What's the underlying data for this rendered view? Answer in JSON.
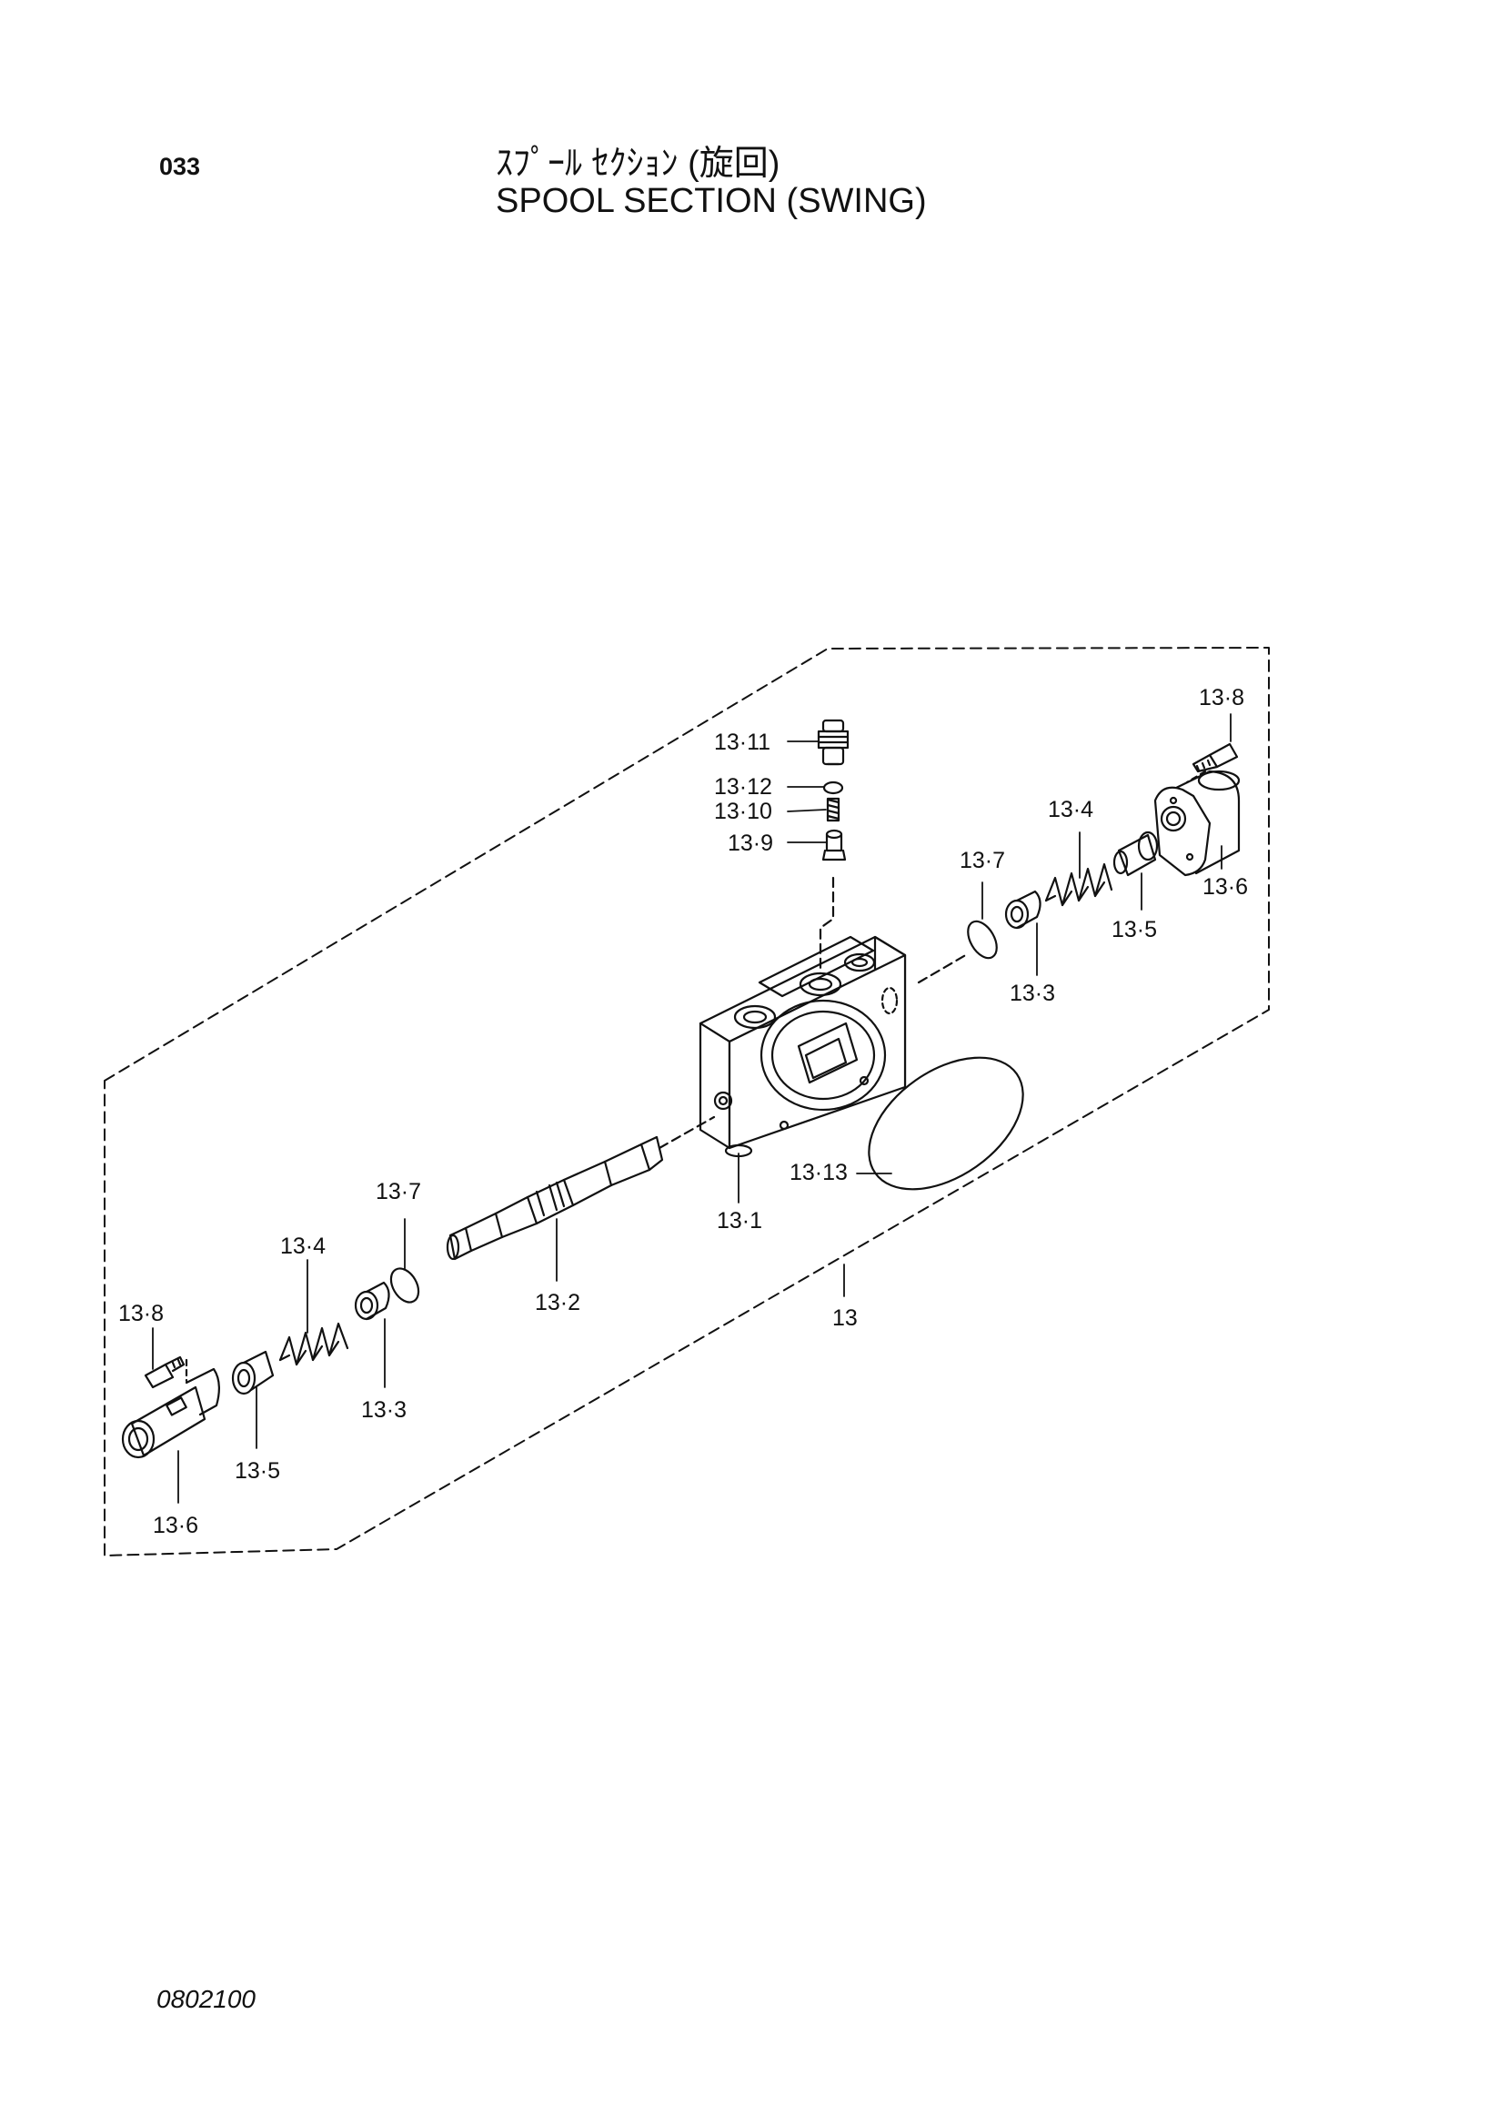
{
  "header": {
    "page_number": "033",
    "title_jp": "ｽﾌﾟｰﾙ ｾｸｼｮﾝ (旋回)",
    "title_en": "SPOOL  SECTION (SWING)"
  },
  "footer": {
    "drawing_code": "0802100"
  },
  "callouts": {
    "l13_11": "13·11",
    "l13_12": "13·12",
    "l13_10": "13·10",
    "l13_9": "13·9",
    "l13_8_right": "13·8",
    "l13_4_right": "13·4",
    "l13_7_right": "13·7",
    "l13_6_right": "13·6",
    "l13_5_right": "13·5",
    "l13_3_right": "13·3",
    "l13_13": "13·13",
    "l13_1": "13·1",
    "l13_7_left": "13·7",
    "l13_4_left": "13·4",
    "l13_2": "13·2",
    "l13": "13",
    "l13_8_left": "13·8",
    "l13_3_left": "13·3",
    "l13_5_left": "13·5",
    "l13_6_left": "13·6"
  }
}
